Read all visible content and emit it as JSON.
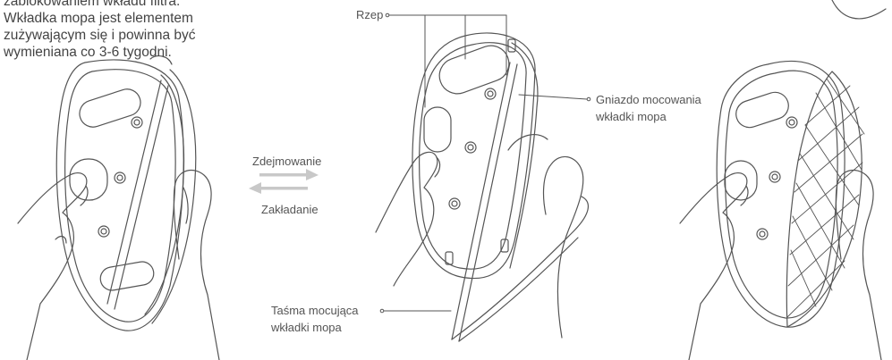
{
  "instructions": {
    "lines": [
      "zablokowaniem wkładu filtra.",
      "Wkładka mopa jest elementem",
      "zużywającym się i powinna być",
      "wymieniana co 3-6 tygodni."
    ]
  },
  "labels": {
    "remove": "Zdejmowanie",
    "install": "Zakładanie",
    "velcro": "Rzep",
    "slot_line1": "Gniazdo mocowania",
    "slot_line2": "wkładki mopa",
    "strip_line1": "Taśma mocująca",
    "strip_line2": "wkładki mopa"
  },
  "colors": {
    "line": "#555555",
    "arrow": "#c8c8c8",
    "text": "#555555"
  }
}
